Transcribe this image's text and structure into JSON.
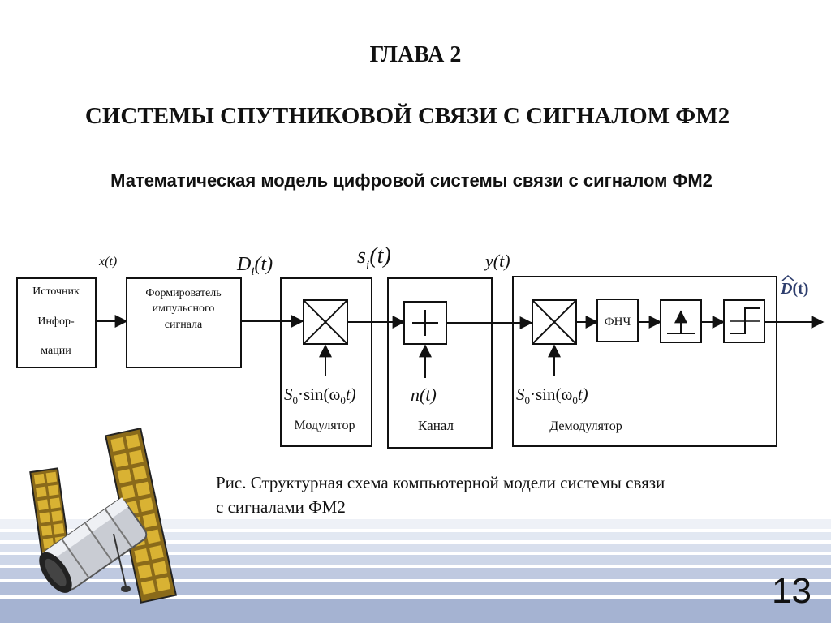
{
  "header": {
    "chapter": "ГЛАВА 2",
    "section": "СИСТЕМЫ СПУТНИКОВОЙ СВЯЗИ С СИГНАЛОМ ФМ2",
    "subtitle": "Математическая модель цифровой системы связи с сигналом ФМ2"
  },
  "diagram": {
    "source_block": {
      "line1": "Источник",
      "line2": "Инфор-",
      "line3": "мации"
    },
    "former_block": {
      "line1": "Формирователь",
      "line2": "импульсного",
      "line3": "сигнала"
    },
    "modulator_label": "Модулятор",
    "channel_label": "Канал",
    "demodulator_label": "Демодулятор",
    "lpf_label": "ФНЧ",
    "signals": {
      "x": "x(t)",
      "d_main": "D",
      "d_sub": "i",
      "d_arg": "(t)",
      "s_main": "s",
      "s_sub": "i",
      "s_arg": "(t)",
      "y": "y(t)",
      "n": "n(t)",
      "carrier_s": "S",
      "carrier_sub": "0",
      "carrier_mid": "·sin(ω",
      "carrier_sub2": "0",
      "carrier_end": "t)",
      "out_main": "D",
      "out_arg": "(t)"
    }
  },
  "caption": {
    "line1": "Рис. Структурная схема компьютерной модели системы связи",
    "line2": "с сигналами ФМ2"
  },
  "page_number": "13",
  "colors": {
    "stripe_light": "#e8edf5",
    "stripe_mid": "#c9d3e6",
    "stripe_dark": "#a9b6d4",
    "output_symbol": "#2f3f6e"
  }
}
